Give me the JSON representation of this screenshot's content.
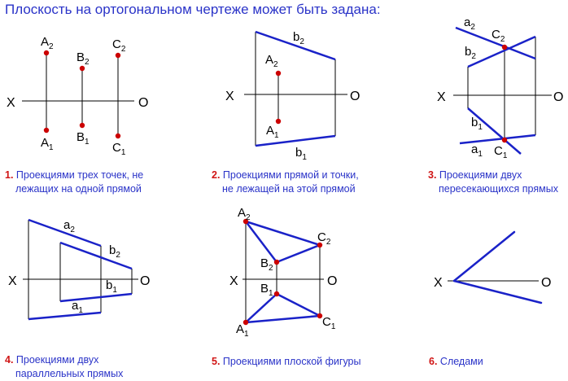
{
  "title": "Плоскость на ортогональном чертеже может быть задана:",
  "colors": {
    "title": "#2a33c8",
    "lines": "#1a22c8",
    "points": "#cc0000",
    "number": "#d01515"
  },
  "panels": [
    {
      "number": "1.",
      "caption_line1": "Проекциями трех точек, не",
      "caption_line2": "лежащих на одной прямой",
      "labels": {
        "x": "X",
        "o": "O",
        "a2": "A",
        "a2s": "2",
        "b2": "B",
        "b2s": "2",
        "c2": "C",
        "c2s": "2",
        "a1": "A",
        "a1s": "1",
        "b1": "B",
        "b1s": "1",
        "c1": "C",
        "c1s": "1"
      }
    },
    {
      "number": "2.",
      "caption_line1": "Проекциями прямой и точки,",
      "caption_line2": "не лежащей на этой прямой",
      "labels": {
        "x": "X",
        "o": "O",
        "b2": "b",
        "b2s": "2",
        "a2": "A",
        "a2s": "2",
        "a1": "A",
        "a1s": "1",
        "b1": "b",
        "b1s": "1"
      }
    },
    {
      "number": "3.",
      "caption_line1": "Проекциями двух",
      "caption_line2": "пересекающихся прямых",
      "labels": {
        "x": "X",
        "o": "O",
        "a2": "a",
        "a2s": "2",
        "c2": "C",
        "c2s": "2",
        "b2": "b",
        "b2s": "2",
        "b1": "b",
        "b1s": "1",
        "a1": "a",
        "a1s": "1",
        "c1": "C",
        "c1s": "1"
      }
    },
    {
      "number": "4.",
      "caption_line1": "Проекциями двух",
      "caption_line2": "параллельных прямых",
      "labels": {
        "x": "X",
        "o": "O",
        "a2": "a",
        "a2s": "2",
        "b2": "b",
        "b2s": "2",
        "b1": "b",
        "b1s": "1",
        "a1": "a",
        "a1s": "1"
      }
    },
    {
      "number": "5.",
      "caption_line1": "Проекциями плоской фигуры",
      "caption_line2": "",
      "labels": {
        "x": "X",
        "o": "O",
        "a2": "A",
        "a2s": "2",
        "c2": "C",
        "c2s": "2",
        "b2": "B",
        "b2s": "2",
        "b1": "B",
        "b1s": "1",
        "a1": "A",
        "a1s": "1",
        "c1": "C",
        "c1s": "1"
      }
    },
    {
      "number": "6.",
      "caption_line1": "Следами",
      "caption_line2": "",
      "labels": {
        "x": "X",
        "o": "O"
      }
    }
  ]
}
